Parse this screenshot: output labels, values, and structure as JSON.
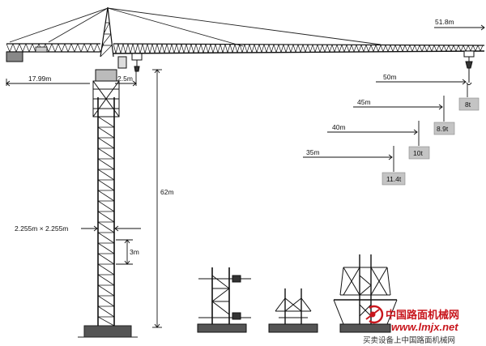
{
  "dimensions": {
    "jib_length": "51.8m",
    "counter_jib": "17.99m",
    "hook_offset": "2.5m",
    "height": "62m",
    "mast_section": "2.255m × 2.255m",
    "section_height": "3m"
  },
  "load_points": [
    {
      "radius": "50m",
      "load": "8t"
    },
    {
      "radius": "45m",
      "load": "8.9t"
    },
    {
      "radius": "40m",
      "load": "10t"
    },
    {
      "radius": "35m",
      "load": "11.4t"
    }
  ],
  "watermark": {
    "name": "中国路面机械网",
    "url": "www.lmjx.net",
    "slogan": "买卖设备上中国路面机械网"
  }
}
